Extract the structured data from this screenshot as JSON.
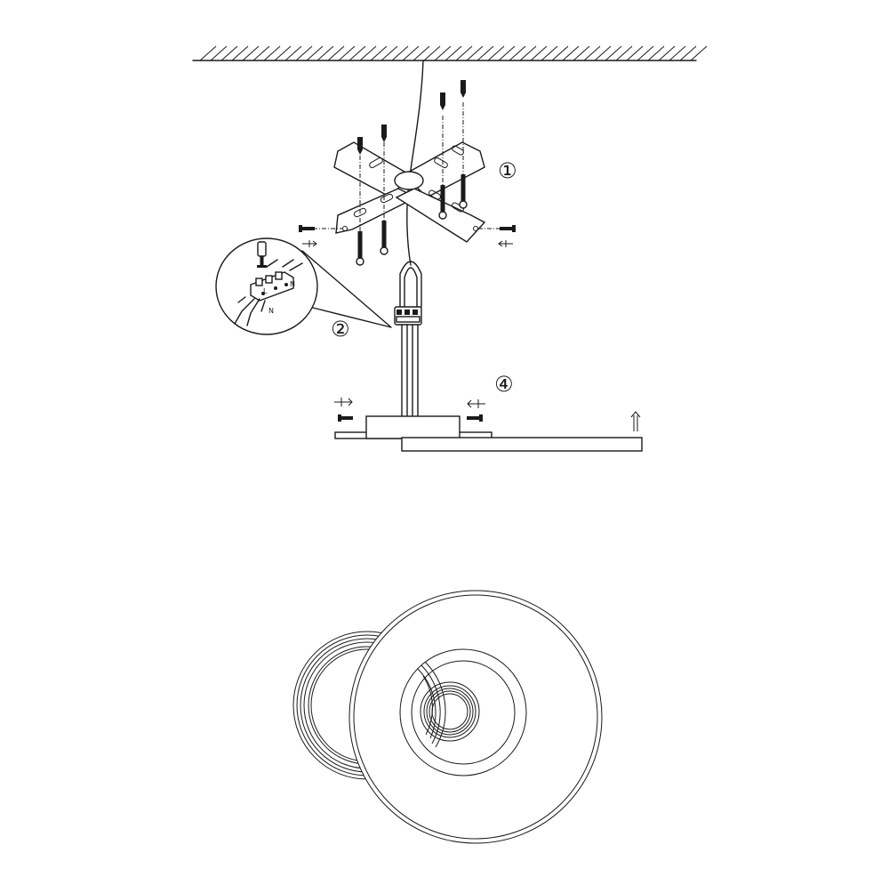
{
  "diagram": {
    "step_labels": {
      "step1": "①",
      "step2": "②",
      "step4": "④"
    },
    "terminal_labels": {
      "live": "L",
      "neutral": "N"
    },
    "icons": {
      "ceiling": "ceiling-hatch-icon",
      "bracket": "cross-mounting-bracket-icon",
      "screw": "screw-icon",
      "anchor": "wall-plug-icon",
      "terminal": "terminal-block-icon",
      "screwdriver": "screwdriver-icon",
      "arrow": "direction-arrow-icon"
    },
    "colors": {
      "line": "#1a1a1a",
      "background": "#ffffff"
    }
  }
}
